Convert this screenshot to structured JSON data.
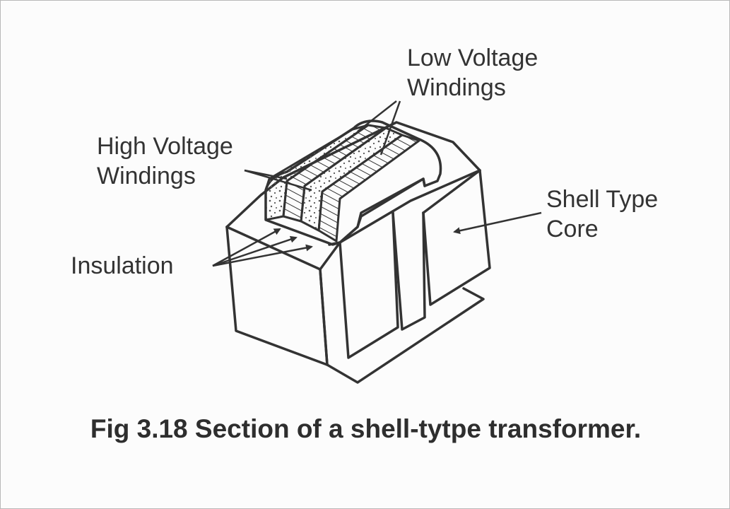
{
  "labels": {
    "low_voltage": {
      "line1": "Low Voltage",
      "line2": "Windings"
    },
    "high_voltage": {
      "line1": "High Voltage",
      "line2": "Windings"
    },
    "shell_core": {
      "line1": "Shell Type",
      "line2": "Core"
    },
    "insulation": "Insulation"
  },
  "caption": "Fig 3.18 Section of a shell-tytpe transformer.",
  "colors": {
    "ink": "#333333",
    "background": "#fcfcfc"
  }
}
